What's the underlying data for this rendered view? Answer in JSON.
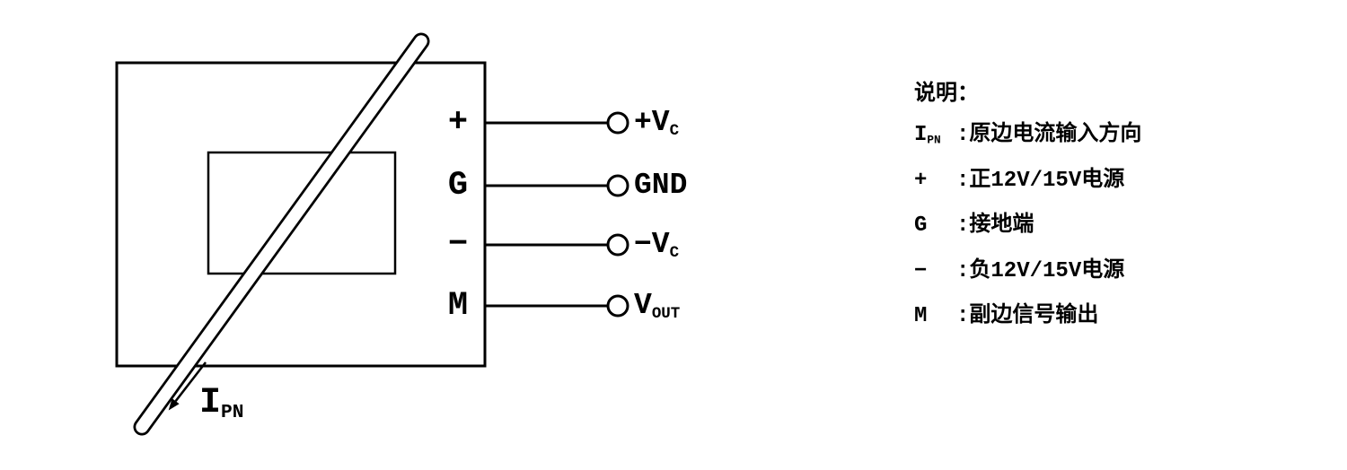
{
  "diagram": {
    "current_label": {
      "main": "I",
      "sub": "PN"
    },
    "terminals": [
      {
        "symbol": "+",
        "pin_main": "+V",
        "pin_sub": "C"
      },
      {
        "symbol": "G",
        "pin_main": "GND",
        "pin_sub": ""
      },
      {
        "symbol": "−",
        "pin_main": "−V",
        "pin_sub": "C"
      },
      {
        "symbol": "M",
        "pin_main": "V",
        "pin_sub": "OUT"
      }
    ]
  },
  "legend": {
    "heading": "说明：",
    "items": [
      {
        "symbol": "I",
        "symbol_sub": "PN",
        "text": ":原边电流输入方向"
      },
      {
        "symbol": "+",
        "symbol_sub": "",
        "text": ":正12V/15V电源"
      },
      {
        "symbol": "G",
        "symbol_sub": "",
        "text": ":接地端"
      },
      {
        "symbol": "−",
        "symbol_sub": "",
        "text": ":负12V/15V电源"
      },
      {
        "symbol": "M",
        "symbol_sub": "",
        "text": ":副边信号输出"
      }
    ]
  },
  "colors": {
    "line": "#000000",
    "background": "#ffffff"
  }
}
